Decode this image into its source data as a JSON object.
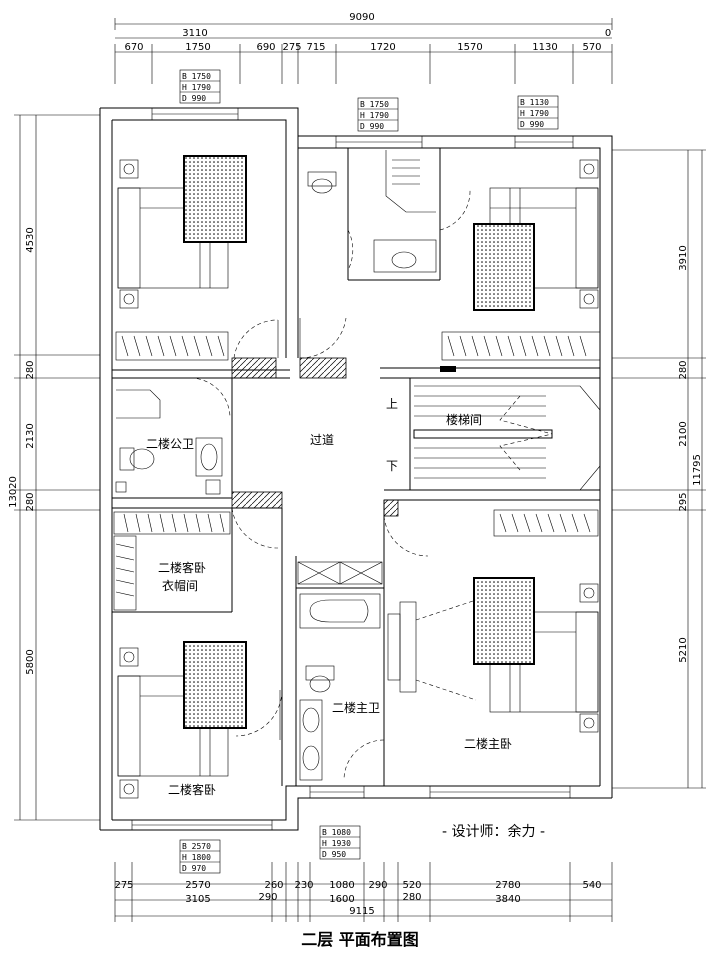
{
  "title": "二层  平面布置图",
  "designer": "- 设计师：余力 -",
  "rooms": {
    "public_bath": "二楼公卫",
    "corridor": "过道",
    "stairwell": "楼梯间",
    "stair_up": "上",
    "stair_down": "下",
    "guest_closet_1": "二楼客卧",
    "guest_closet_2": "衣帽间",
    "master_bath": "二楼主卫",
    "master_bed": "二楼主卧",
    "guest_bed": "二楼客卧"
  },
  "windows": {
    "w1": [
      "B 1750",
      "H 1790",
      "D 990"
    ],
    "w2": [
      "B 1750",
      "H 1790",
      "D 990"
    ],
    "w3": [
      "B 1130",
      "H 1790",
      "D 990"
    ],
    "w4": [
      "B 2570",
      "H 1800",
      "D 970"
    ],
    "w5": [
      "B 1080",
      "H 1930",
      "D 950"
    ]
  },
  "dims": {
    "top_total": "9090",
    "top_sub": "3110",
    "top_zero": "0",
    "top_segments": [
      "670",
      "1750",
      "690",
      "275",
      "715",
      "1720",
      "1570",
      "1130",
      "570"
    ],
    "bottom_segments": [
      "275",
      "2570",
      "260",
      "230",
      "1080",
      "290",
      "520",
      "2780",
      "540"
    ],
    "bottom_small": [
      "290",
      "280"
    ],
    "bottom_sub": [
      "3105",
      "1600",
      "3840"
    ],
    "bottom_total": "9115",
    "left_segments": [
      "4530",
      "280",
      "2130",
      "280",
      "5800"
    ],
    "left_total": "13020",
    "right_segments": [
      "3910",
      "280",
      "2100",
      "295",
      "5210"
    ],
    "right_total": "11795"
  }
}
